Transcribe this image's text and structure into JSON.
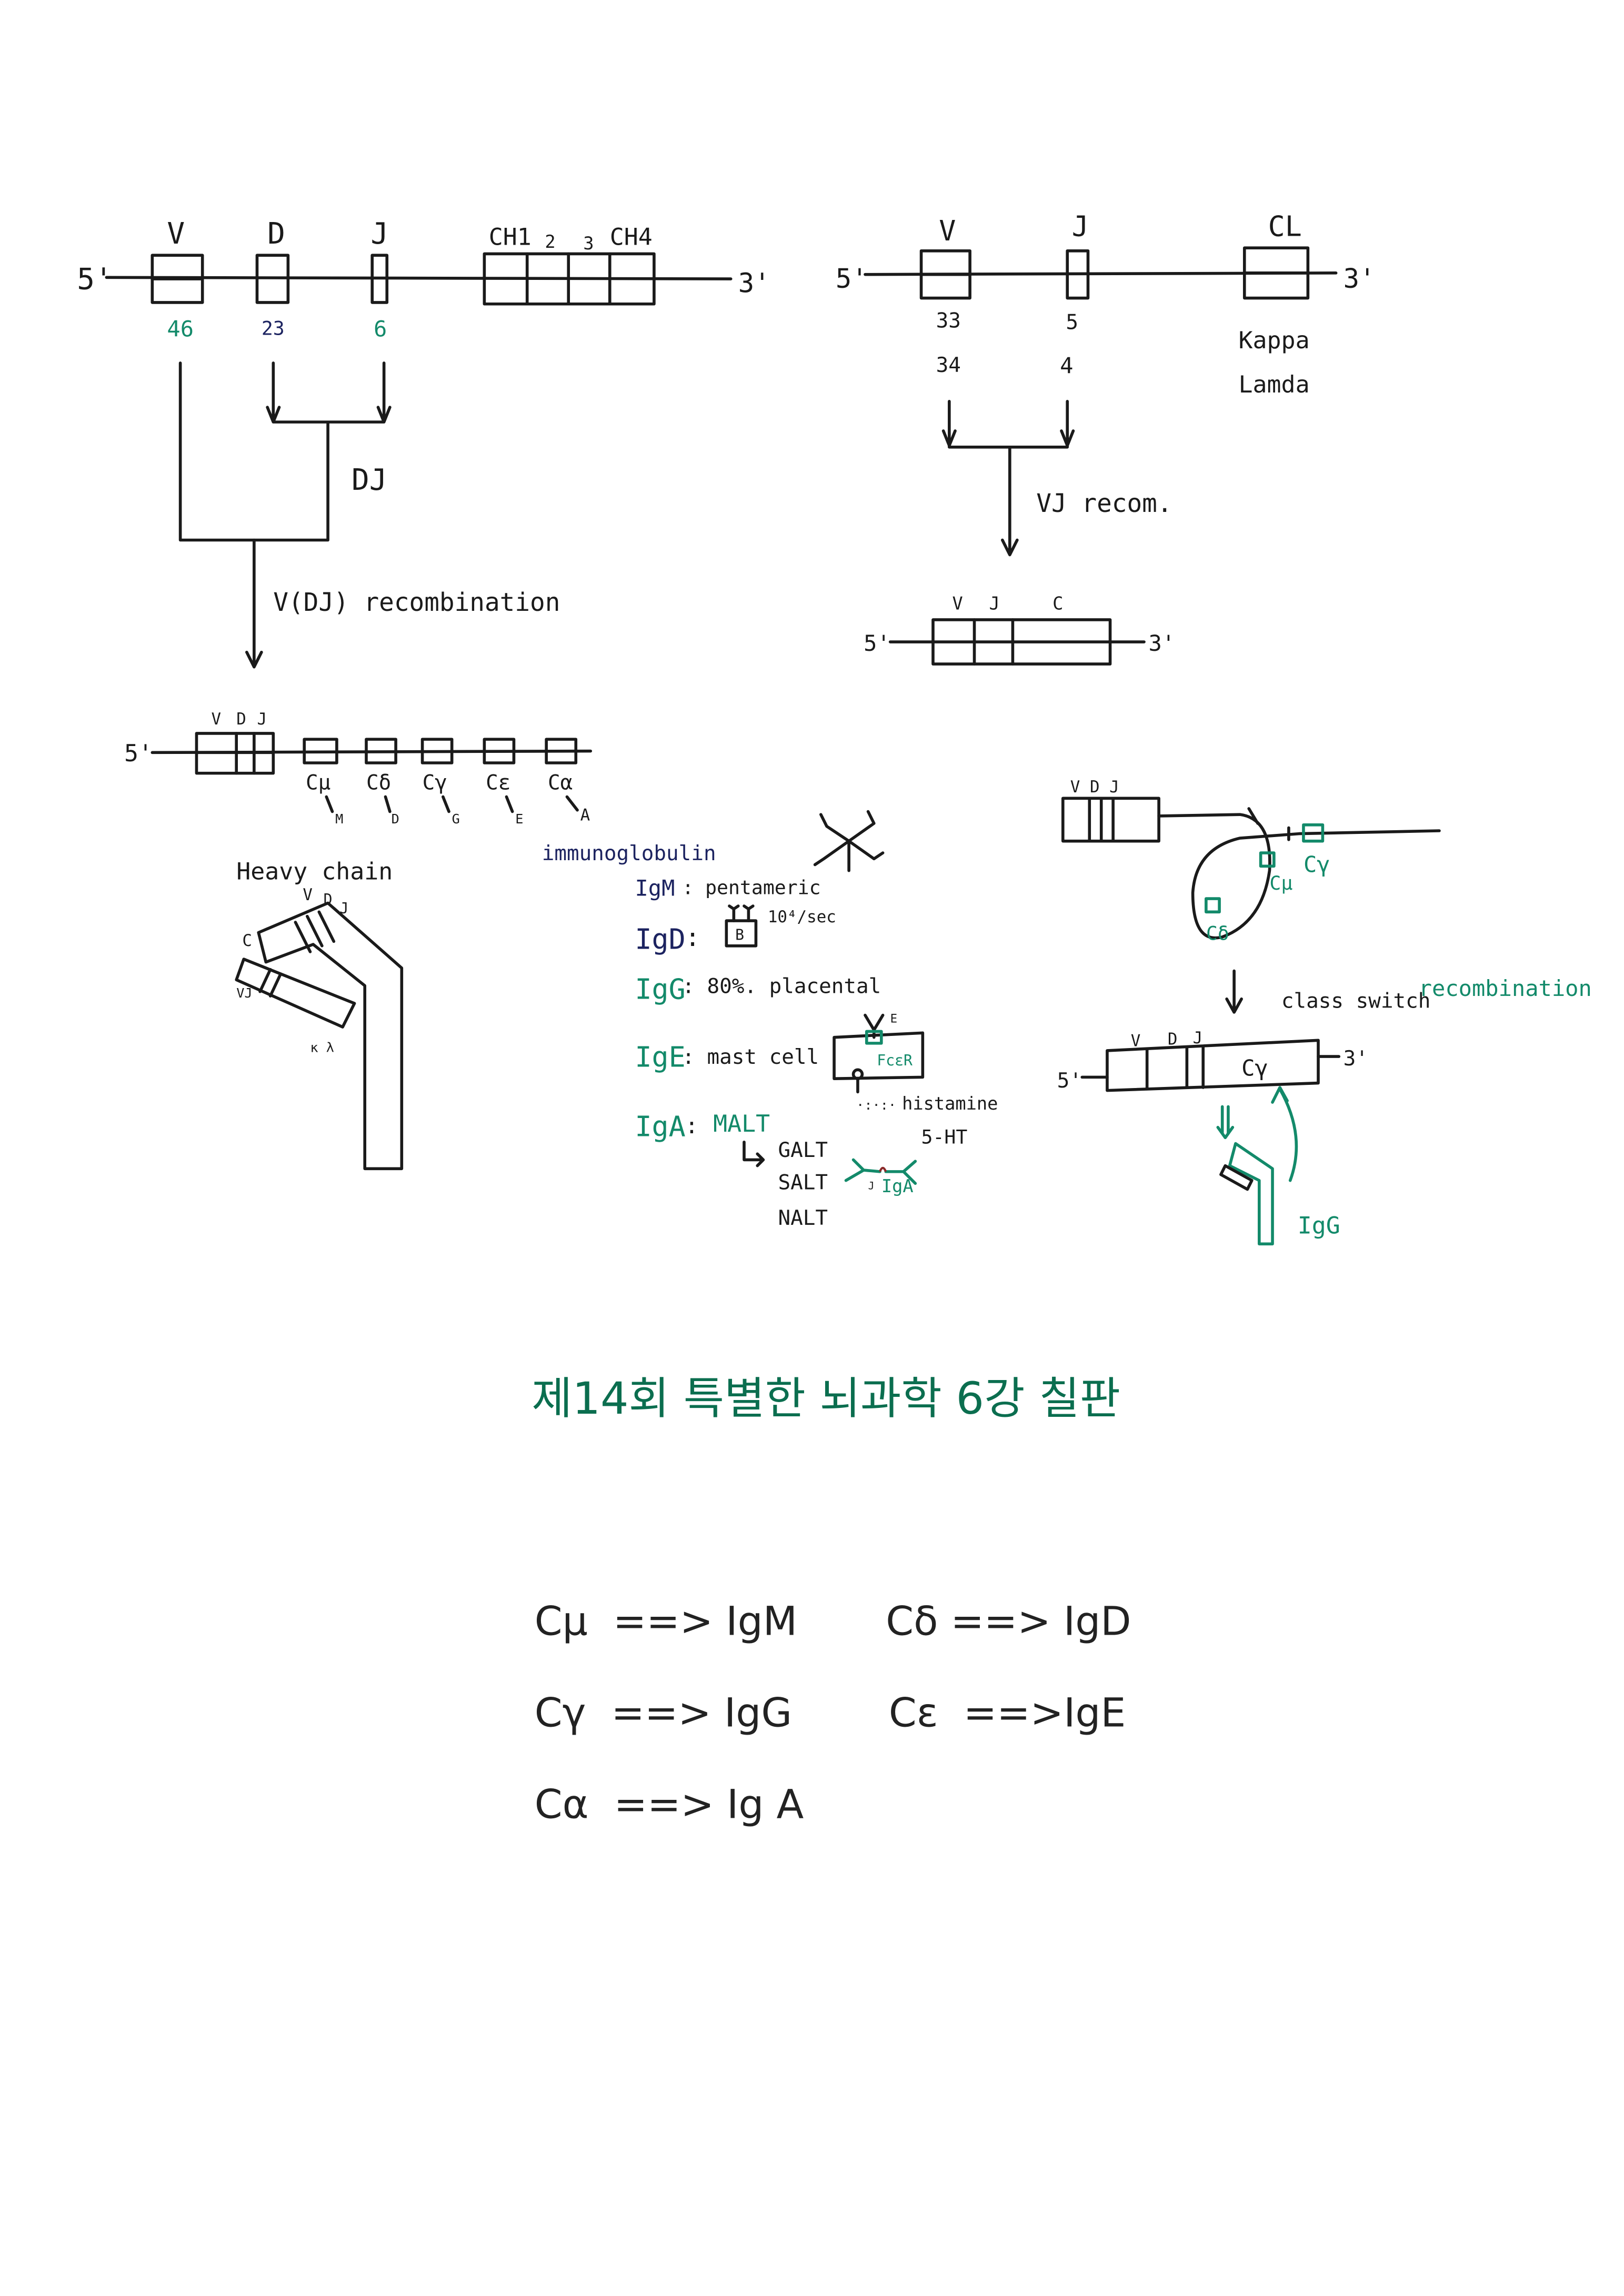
{
  "heavy_gene": {
    "five_prime": "5'",
    "three_prime": "3'",
    "segments": {
      "v": "V",
      "d": "D",
      "j": "J",
      "ch1": "CH1",
      "ch2": "2",
      "ch3": "3",
      "ch4": "CH4"
    },
    "counts": {
      "v": "46",
      "d": "23",
      "j": "6"
    },
    "dj_label": "DJ",
    "vdj_label": "V(DJ) recombination"
  },
  "heavy_rearranged": {
    "five_prime": "5'",
    "vdj": {
      "v": "V",
      "d": "D",
      "j": "J"
    },
    "constants": [
      {
        "label": "Cμ",
        "target": "M"
      },
      {
        "label": "Cδ",
        "target": "D"
      },
      {
        "label": "Cγ",
        "target": "G"
      },
      {
        "label": "Cε",
        "target": "E"
      },
      {
        "label": "Cα",
        "target": "A"
      }
    ]
  },
  "heavy_chain": {
    "label": "Heavy chain",
    "v": "V",
    "d": "D",
    "j": "J",
    "c": "C",
    "light_vj": "VJ",
    "kappa_lambda": "κ λ"
  },
  "light_gene": {
    "five_prime": "5'",
    "three_prime": "3'",
    "segments": {
      "v": "V",
      "j": "J",
      "cl": "CL"
    },
    "kappa_counts": {
      "v": "33",
      "j": "5"
    },
    "lambda_counts": {
      "v": "34",
      "j": "4"
    },
    "kappa": "Kappa",
    "lambda": "Lamda",
    "vj_label": "VJ recom.",
    "rearranged": {
      "five_prime": "5'",
      "three_prime": "3'",
      "v": "V",
      "j": "J",
      "c": "C"
    }
  },
  "immunoglobulin": {
    "heading": "immunoglobulin",
    "igm": {
      "name": "IgM",
      "note": ": pentameric"
    },
    "igd": {
      "name": "IgD",
      "colon": ":",
      "cell": "B",
      "rate": "10⁴/sec"
    },
    "igg": {
      "name": "IgG",
      "note": ": 80%. placental"
    },
    "ige": {
      "name": "IgE",
      "note": ": mast cell",
      "receptor": "FcεR",
      "e_label": "E",
      "histamine": "histamine",
      "serotonin": "5-HT"
    },
    "iga": {
      "name": "IgA",
      "colon": ":",
      "malt": "MALT",
      "galt": "GALT",
      "salt": "SALT",
      "nalt": "NALT",
      "dimer_label": "IgA",
      "j_chain": "J"
    }
  },
  "class_switch": {
    "vdj": "V D J",
    "c_gamma": "Cγ",
    "c_mu": "Cμ",
    "c_delta": "Cδ",
    "label": "class switch",
    "label_green": "recombination",
    "result": {
      "five_prime": "5'",
      "three_prime": "3'",
      "v": "V",
      "d": "D",
      "j": "J",
      "c": "Cγ"
    },
    "product": "IgG"
  },
  "title": "제14회 특별한 뇌과학 6강 칠판",
  "mapping": [
    {
      "left": "Cμ  ==> IgM",
      "right": "Cδ ==> IgD"
    },
    {
      "left": "Cγ  ==> IgG",
      "right": "Cε  ==>IgE"
    },
    {
      "left": "Cα  ==> Ig A"
    }
  ],
  "colors": {
    "ink": "#1a1a1a",
    "green": "#138a6a",
    "navy": "#1c2360",
    "title": "#0b6e4f"
  }
}
